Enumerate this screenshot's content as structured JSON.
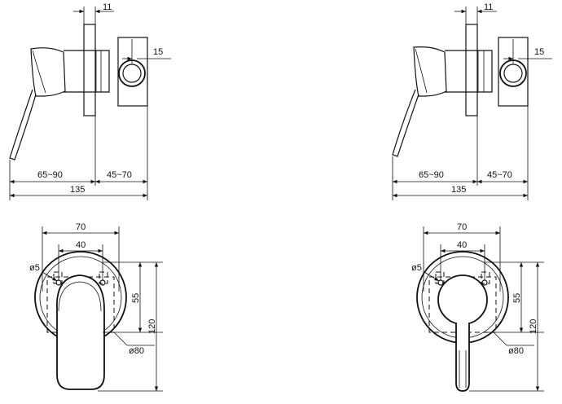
{
  "drawings": [
    {
      "id": "left",
      "side_dims": {
        "top_a": "11",
        "pipe": "15",
        "lever_reach": "65~90",
        "wall_depth": "45~70",
        "total": "135"
      },
      "front_dims": {
        "width_outer": "70",
        "width_inner": "40",
        "hole": "ø5",
        "height_inner": "55",
        "height_outer": "120",
        "plate": "ø80"
      }
    },
    {
      "id": "right",
      "side_dims": {
        "top_a": "11",
        "pipe": "15",
        "lever_reach": "65~90",
        "wall_depth": "45~70",
        "total": "135"
      },
      "front_dims": {
        "width_outer": "70",
        "width_inner": "40",
        "hole": "ø5",
        "height_inner": "55",
        "height_outer": "120",
        "plate": "ø80"
      }
    }
  ]
}
